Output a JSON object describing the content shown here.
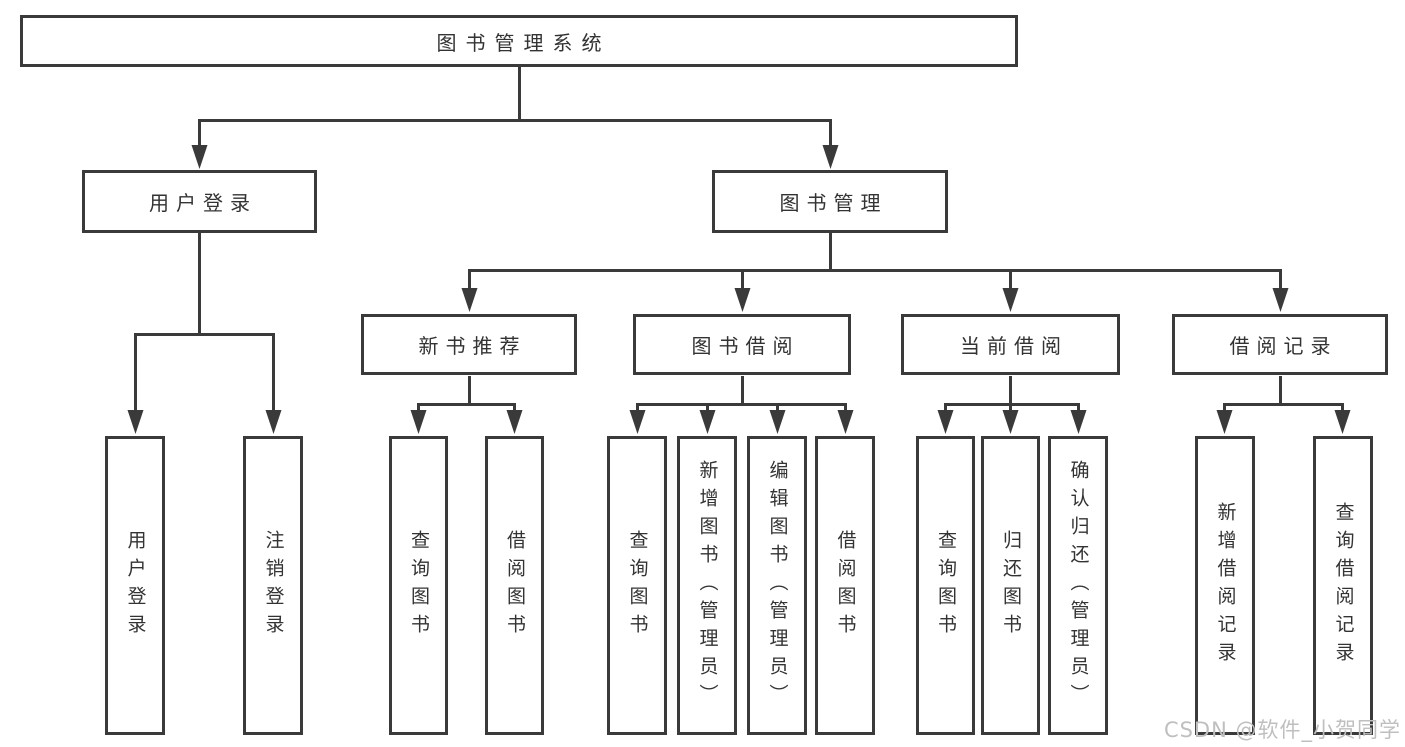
{
  "diagram_type": "hierarchy-tree",
  "tree": {
    "label": "图书管理系统",
    "children": [
      {
        "label": "用户登录",
        "children": [
          {
            "label": "用户登录"
          },
          {
            "label": "注销登录"
          }
        ]
      },
      {
        "label": "图书管理",
        "children": [
          {
            "label": "新书推荐",
            "children": [
              {
                "label": "查询图书"
              },
              {
                "label": "借阅图书"
              }
            ]
          },
          {
            "label": "图书借阅",
            "children": [
              {
                "label": "查询图书"
              },
              {
                "label": "新增图书（管理员）"
              },
              {
                "label": "编辑图书（管理员）"
              },
              {
                "label": "借阅图书"
              }
            ]
          },
          {
            "label": "当前借阅",
            "children": [
              {
                "label": "查询图书"
              },
              {
                "label": "归还图书"
              },
              {
                "label": "确认归还（管理员）"
              }
            ]
          },
          {
            "label": "借阅记录",
            "children": [
              {
                "label": "新增借阅记录"
              },
              {
                "label": "查询借阅记录"
              }
            ]
          }
        ]
      }
    ]
  },
  "watermark": "CSDN @软件_小贺同学",
  "colors": {
    "line": "#3a3a3a",
    "box_border": "#3a3a3a",
    "text": "#333333",
    "watermark": "#bfbfbf",
    "background": "#ffffff"
  }
}
